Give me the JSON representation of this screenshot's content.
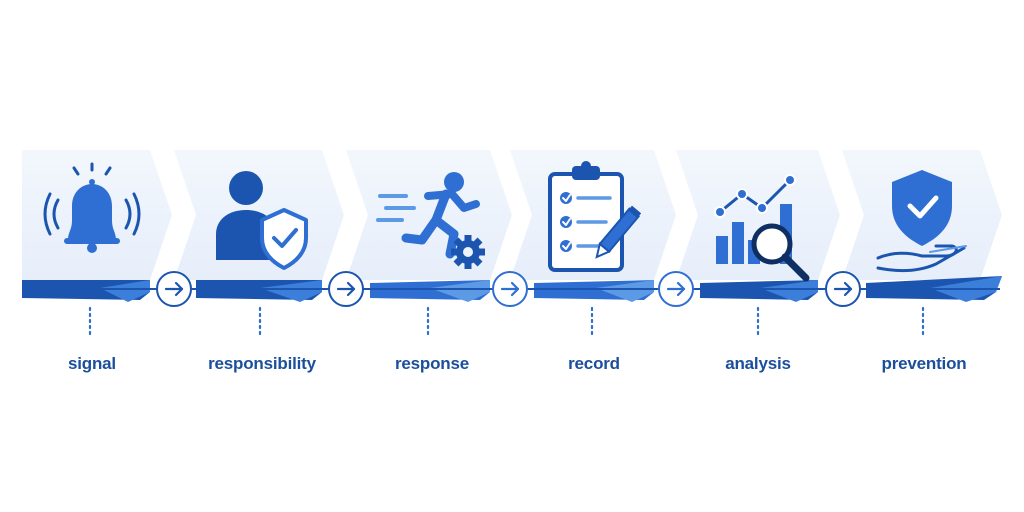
{
  "steps": [
    {
      "label": "signal",
      "icon": "bell-icon"
    },
    {
      "label": "responsibility",
      "icon": "person-shield-icon"
    },
    {
      "label": "response",
      "icon": "runner-gear-icon"
    },
    {
      "label": "record",
      "icon": "clipboard-checklist-icon"
    },
    {
      "label": "analysis",
      "icon": "chart-magnifier-icon"
    },
    {
      "label": "prevention",
      "icon": "hand-shield-icon"
    }
  ],
  "connectors": [
    {
      "icon": "arrow-right-icon"
    },
    {
      "icon": "arrow-right-icon"
    },
    {
      "icon": "arrow-right-icon"
    },
    {
      "icon": "arrow-right-icon"
    },
    {
      "icon": "arrow-right-icon"
    }
  ],
  "colors": {
    "card_fill": "#edf3fc",
    "primary_blue": "#2f6fd3",
    "dark_blue": "#1b55b0",
    "light_blue": "#5c9ae6",
    "label_text": "#1b4f9c"
  }
}
